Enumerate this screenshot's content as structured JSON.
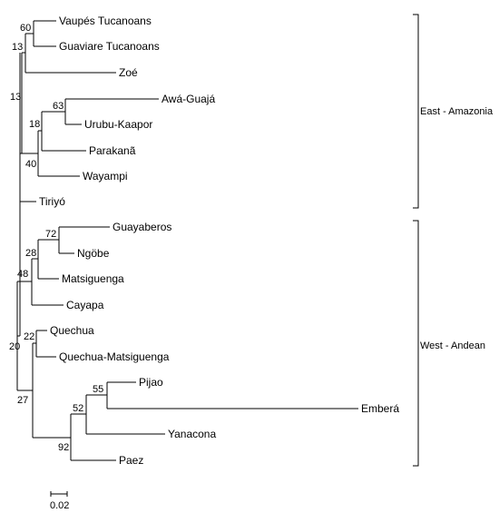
{
  "taxa": {
    "vaupes": "Vaupés Tucanoans",
    "guaviare": "Guaviare Tucanoans",
    "zoe": "Zoé",
    "awa": "Awá-Guajá",
    "urubu": "Urubu-Kaapor",
    "parakana": "Parakanã",
    "wayampi": "Wayampi",
    "tiriyo": "Tiriyó",
    "guayaberos": "Guayaberos",
    "ngobe": "Ngöbe",
    "matsiguenga": "Matsiguenga",
    "cayapa": "Cayapa",
    "quechua": "Quechua",
    "quechua_matsiguenga": "Quechua-Matsiguenga",
    "pijao": "Pijao",
    "embera": "Emberá",
    "yanacona": "Yanacona",
    "paez": "Paez"
  },
  "support": {
    "n60": "60",
    "n13a": "13",
    "n13b": "13",
    "n63": "63",
    "n18": "18",
    "n40": "40",
    "n72": "72",
    "n28": "28",
    "n48": "48",
    "n22": "22",
    "n20": "20",
    "n27": "27",
    "n55": "55",
    "n52": "52",
    "n92": "92"
  },
  "groups": {
    "east": "East - Amazonia",
    "west": "West - Andean"
  },
  "scale": {
    "label": "0.02"
  }
}
